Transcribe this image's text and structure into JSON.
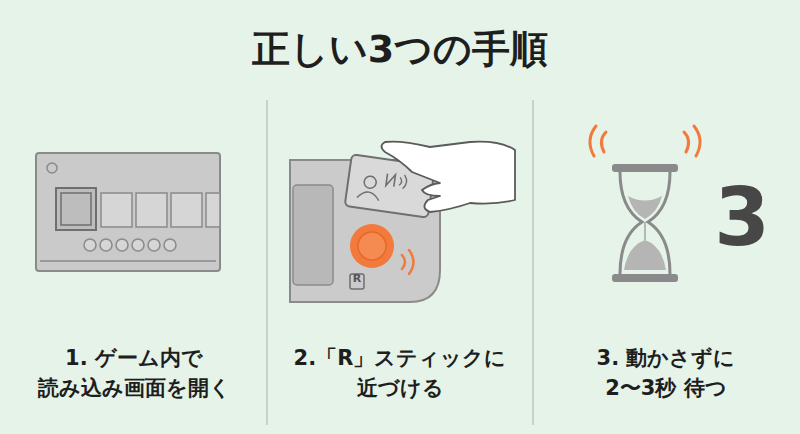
{
  "diagram": {
    "title": "正しい3つの手順",
    "labels": [
      "1. ゲーム内で 読み込み画面を開く",
      "R",
      "2.「R」スティックに 近づける",
      "3",
      "3. 動かさずに 2〜3秒 待つ"
    ]
  }
}
